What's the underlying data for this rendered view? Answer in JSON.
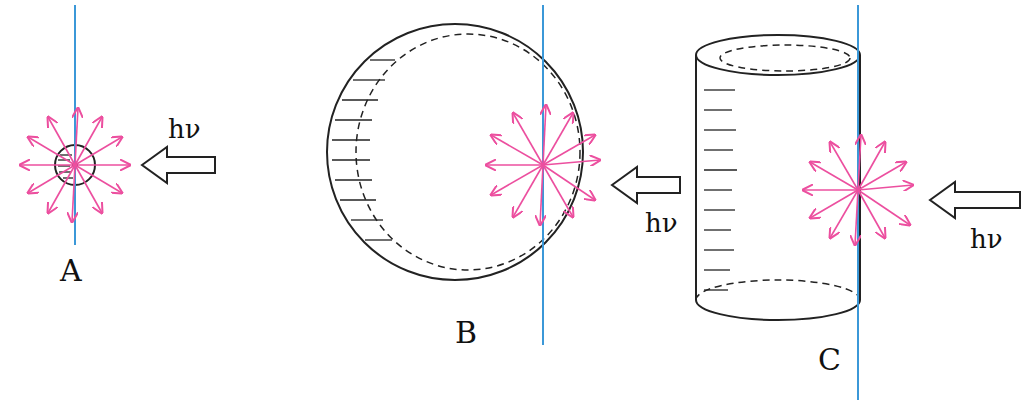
{
  "diagram": {
    "labels": [
      "hν",
      "A",
      "hν",
      "B",
      "hν",
      "C"
    ]
  }
}
